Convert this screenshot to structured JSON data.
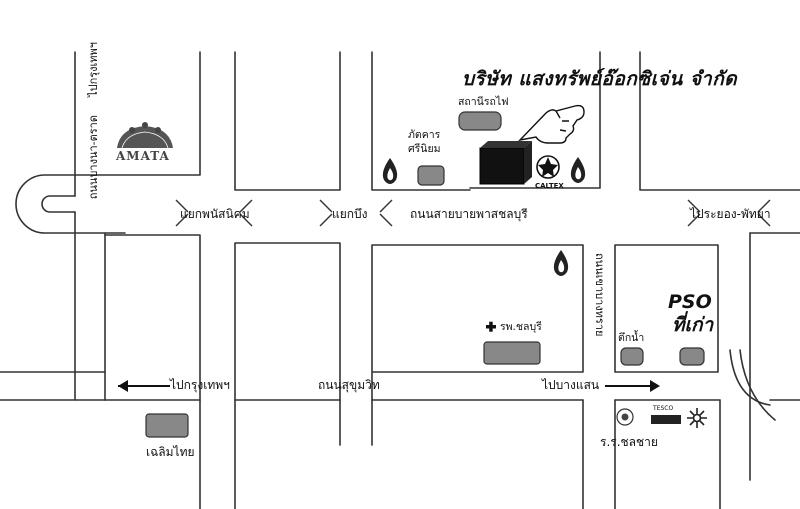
{
  "title": "บริษัท แสงทรัพย์อ๊อกซิเจ่น จำกัด",
  "roads": {
    "sukhumvit": "ถนนสุขุมวิท",
    "bypass": "ถนนสายบายพาสชลบุรี",
    "bangna_trat": "ถนนบางนา-ตราด",
    "to_bangkok_top": "ไปกรุงเทพฯ",
    "to_bangkok_bottom": "ไปกรุงเทพฯ",
    "to_bangsaen": "ไปบางแสน",
    "to_rayong_pattaya": "ไประยอง-พัทยา",
    "khao_bang_sai": "ถนนเขาบางทราย"
  },
  "intersections": {
    "phanat_nikhom": "แยกพนัสนิคม",
    "bueng": "แยกบึง"
  },
  "places": {
    "amata": "AMATA",
    "railway_station": "สถานีรถไฟ",
    "restaurant": "ภัตคาร\nศรีนิยม",
    "hospital": "รพ.ชลบุรี",
    "tuk_nam": "ตึกน้ำ",
    "pso_1": "PSO",
    "pso_2": "ที่เก่า",
    "chalerm_thai": "เฉลิมไทย",
    "school": "ร.ร.ชลชาย",
    "caltex": "CALTEX",
    "tesco": "TESCO"
  },
  "icons": [
    "pointing-hand-icon",
    "gas-station-icon",
    "caltex-star-icon",
    "hospital-cross-icon",
    "arrow-left-icon",
    "arrow-right-icon"
  ],
  "colors": {
    "road_line": "#333333",
    "building_fill": "#888888",
    "target_fill": "#111111"
  }
}
